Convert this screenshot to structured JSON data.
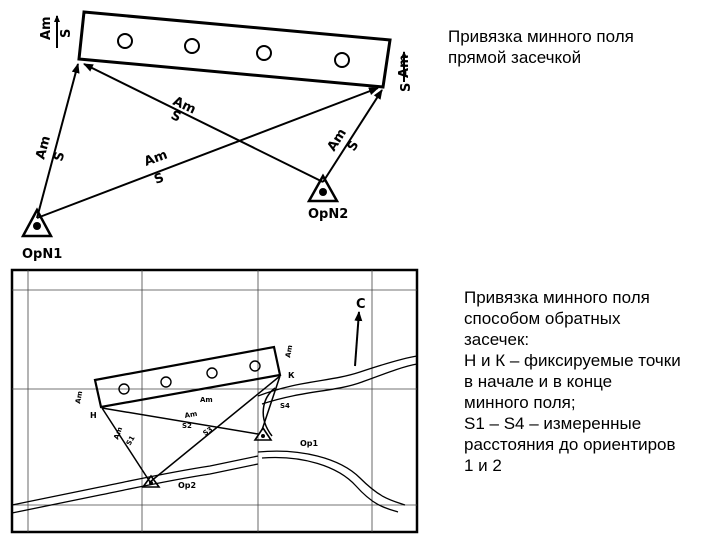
{
  "caption_top": {
    "lines": [
      "Привязка минного поля",
      "прямой засечкой"
    ]
  },
  "caption_bottom": {
    "lines": [
      "Привязка минного поля",
      "способом обратных",
      "засечек:",
      "Н и К – фиксируемые точки",
      "в начале и в конце",
      "минного поля;",
      "S1 – S4 – измеренные",
      "расстояния до ориентиров",
      "1 и 2"
    ]
  },
  "top_diagram": {
    "landmark_1": "ОрN1",
    "landmark_2": "ОрN2",
    "azimuth": "Am",
    "distance": "S"
  },
  "bottom_diagram": {
    "north": "С",
    "point_start": "Н",
    "point_end": "К",
    "landmark_1": "Ор1",
    "landmark_2": "Ор2",
    "azimuth": "Am",
    "distances": [
      "S1",
      "S2",
      "S3",
      "S4"
    ]
  },
  "colors": {
    "ink": "#000000",
    "background": "#ffffff"
  }
}
